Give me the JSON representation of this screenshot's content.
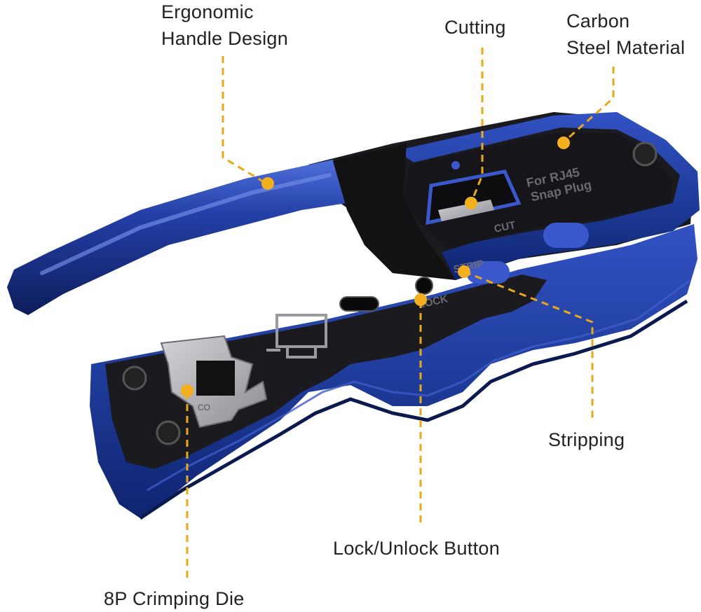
{
  "callouts": {
    "ergonomic": {
      "line1": "Ergonomic",
      "line2": "Handle Design"
    },
    "cutting": {
      "label": "Cutting"
    },
    "carbon": {
      "line1": "Carbon",
      "line2": "Steel Material"
    },
    "stripping": {
      "label": "Stripping"
    },
    "lock": {
      "label": "Lock/Unlock Button"
    },
    "crimping": {
      "label": "8P Crimping Die"
    }
  },
  "tool_markings": {
    "plug_line1": "For RJ45",
    "plug_line2": "Snap Plug",
    "cut": "CUT",
    "strip": "STRIP",
    "lock": "LOCK",
    "die_mark": "CO"
  },
  "colors": {
    "background": "#ffffff",
    "handle_blue": "#1f3d9c",
    "handle_dark": "#0e1f5c",
    "body_black": "#1b1b1f",
    "accent_dot": "#f2b01e",
    "metal": "#a9a9ad"
  }
}
